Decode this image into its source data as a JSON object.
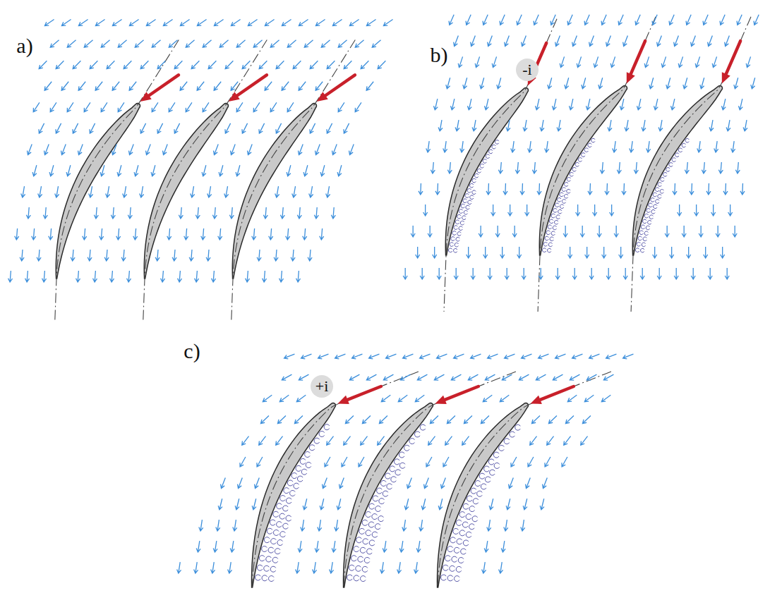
{
  "diagram": {
    "nodes": [
      {
        "text": [
          "-i"
        ]
      },
      {
        "text": [
          "+i"
        ]
      }
    ],
    "labels": [
      "a)",
      "b)",
      "c)"
    ]
  }
}
